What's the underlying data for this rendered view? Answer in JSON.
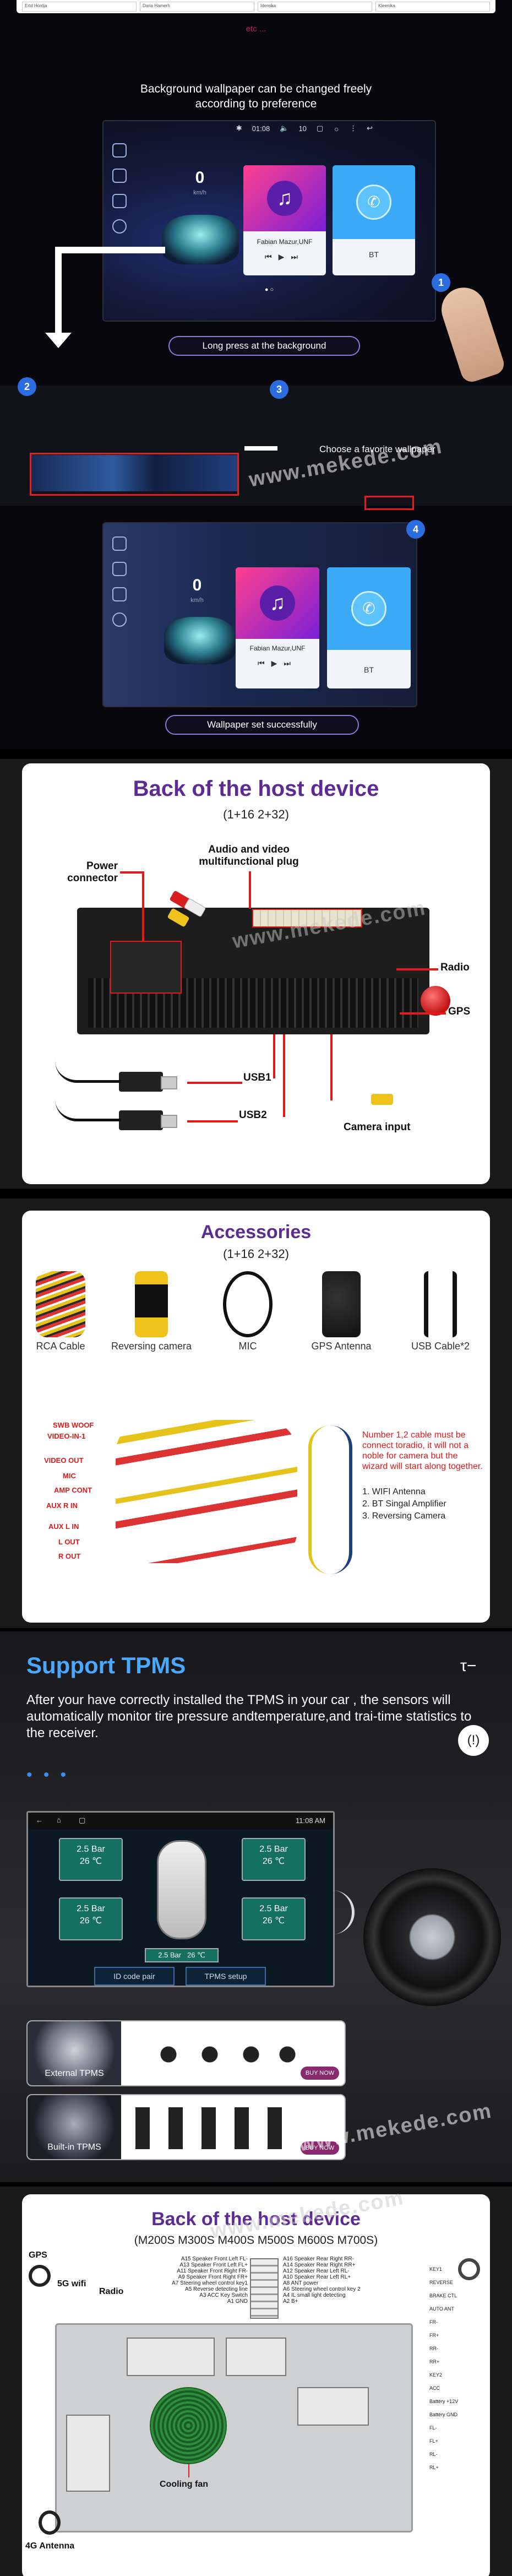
{
  "watermark": "www.mekede.com",
  "wallpaper": {
    "top_table_cells": [
      "Ertd Hordja",
      "Daria Hamerh",
      "Idenska",
      "Kleenika"
    ],
    "etc": "etc ...",
    "title_line1": "Background wallpaper can be changed freely",
    "title_line2": "according to preference",
    "status": {
      "time": "01:08",
      "volume": "10"
    },
    "speed": "0",
    "speed_unit": "km/h",
    "artist": "Fabian Mazur,UNF",
    "bt_label": "BT",
    "long_press_label": "Long press at the background",
    "choose_label": "Choose a favorite wallpaper",
    "done_label": "Wallpaper set successfully",
    "steps": [
      "1",
      "2",
      "3",
      "4"
    ]
  },
  "back": {
    "title": "Back of the host device",
    "subtitle": "(1+16  2+32)",
    "labels": {
      "power": "Power\nconnector",
      "av": "Audio and video\nmultifunctional plug",
      "radio": "Radio",
      "gps": "GPS",
      "usb1": "USB1",
      "usb2": "USB2",
      "camera": "Camera input"
    }
  },
  "accessories": {
    "title": "Accessories",
    "subtitle": "(1+16  2+32)",
    "items": [
      "RCA Cable",
      "Reversing  camera",
      "MIC",
      "GPS Antenna",
      "USB Cable*2"
    ],
    "wire_labels": [
      "SWB WOOF",
      "VIDEO-IN-1",
      "VIDEO OUT",
      "MIC",
      "AMP CONT",
      "AUX R IN",
      "AUX L IN",
      "L OUT",
      "R OUT"
    ],
    "note": "Number 1,2 cable must be connect toradio, it will not a noble for camera but the wizard will start along together.",
    "list": [
      "1. WIFI Antenna",
      "2. BT Singal Amplifier",
      "3. Reversing Camera"
    ]
  },
  "tpms": {
    "title": "Support  TPMS",
    "text": "After your have correctly installed the TPMS in your car , the sensors will automatically monitor tire pressure andtemperature,and trai-time statistics to the receiver.",
    "dots": "• • •",
    "screen_time": "11:08 AM",
    "tires": [
      {
        "pressure": "2.5 Bar",
        "temp": "26 ℃"
      },
      {
        "pressure": "2.5 Bar",
        "temp": "26 ℃"
      },
      {
        "pressure": "2.5 Bar",
        "temp": "26 ℃"
      },
      {
        "pressure": "2.5 Bar",
        "temp": "26 ℃"
      }
    ],
    "spare": {
      "pressure": "2.5 Bar",
      "temp": "26 ℃"
    },
    "buttons": [
      "ID code pair",
      "TPMS setup"
    ],
    "products": [
      {
        "label": "External TPMS",
        "buy": "BUY NOW"
      },
      {
        "label": "Built-in TPMS",
        "buy": "BUY NOW"
      }
    ]
  },
  "pinout": {
    "title": "Back of the host device",
    "subtitle": "(M200S M300S M400S M500S M600S M700S)",
    "labels": {
      "gps": "GPS",
      "wifi": "5G wifi",
      "radio": "Radio",
      "fan": "Cooling fan",
      "fourg": "4G Antenna"
    },
    "pins_left": [
      "A15 Speaker Front Left FL-",
      "A13 Speaker Front Left FL+",
      "A11 Speaker Front Right FR-",
      "A9 Speaker Front Right FR+",
      "A7 Steering wheel control key1",
      "A5 Reverse detecting line",
      "A3 ACC Key Switch",
      "A1 GND"
    ],
    "pins_right": [
      "A16 Speaker Rear Right RR-",
      "A14 Speaker Rear Right RR+",
      "A12 Speaker Rear Left RL-",
      "A10 Speaker Rear Left RL+",
      "A8 ANT power",
      "A6 Steering wheel control key 2",
      "A4 IL small light detecting",
      "A2 B+"
    ],
    "side_labels": [
      "KEY1",
      "REVERSE",
      "BRAKE CTL",
      "AUTO ANT",
      "FR-",
      "FR+",
      "RR-",
      "RR+",
      "KEY2",
      "ACC",
      "Battery +12V",
      "Battery GND",
      "FL-",
      "FL+",
      "RL-",
      "RL+"
    ]
  },
  "colors": {
    "purple": "#5c2b94",
    "red": "#e02020",
    "tpms_blue": "#4aa8ff"
  }
}
